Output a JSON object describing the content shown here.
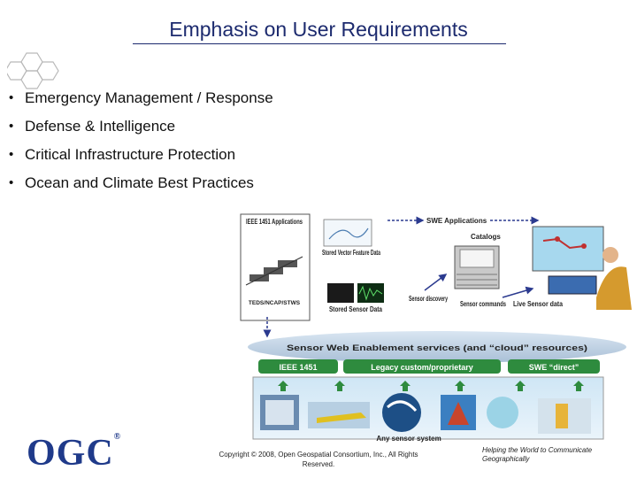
{
  "slide": {
    "title": "Emphasis on User Requirements",
    "bullets": [
      "Emergency Management / Response",
      "Defense & Intelligence",
      "Critical Infrastructure Protection",
      "Ocean and Climate Best Practices"
    ],
    "bullet_glyph": "•"
  },
  "diagram": {
    "ieee_apps": "IEEE 1451 Applications",
    "teds_label": "TEDS/NCAP/STWS",
    "stored_vector": "Stored Vector Feature Data",
    "stored_sensor": "Stored Sensor Data",
    "swe_apps": "SWE Applications",
    "catalogs": "Catalogs",
    "sensor_discovery": "Sensor discovery",
    "sensor_commands": "Sensor commands",
    "live_sensor": "Live Sensor data",
    "swe_services": "Sensor Web Enablement services (and “cloud” resources)",
    "ieee_1451": "IEEE 1451",
    "legacy": "Legacy custom/proprietary",
    "swe_direct": "SWE “direct”",
    "any_sensor": "Any sensor system"
  },
  "footer": {
    "copyright": "Copyright © 2008, Open Geospatial Consortium, Inc., All Rights Reserved.",
    "tagline": "Helping the World to Communicate Geographically",
    "logo": "OGC",
    "logo_reg": "®"
  },
  "colors": {
    "title": "#1c2a6e",
    "diagram_header": "#2b3a8f",
    "green_bar": "#2e8b3e",
    "arrow_blue": "#2b3a8f",
    "logo": "#1f3a8a"
  }
}
